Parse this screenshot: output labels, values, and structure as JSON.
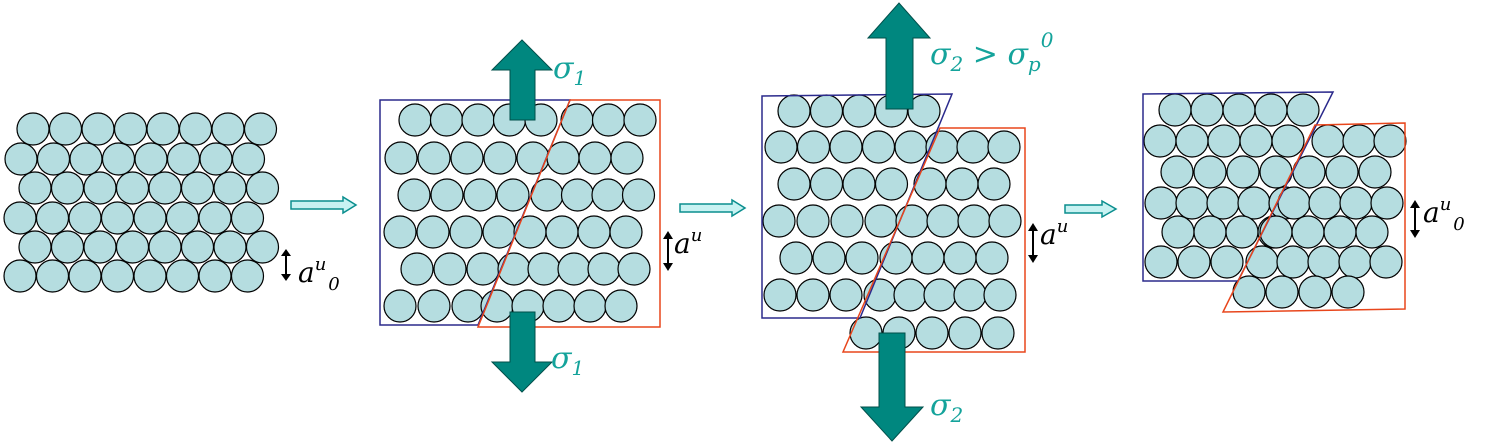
{
  "colors": {
    "atom_fill": "#b5dde0",
    "atom_stroke": "#000000",
    "left_grain": "#2b2a8c",
    "right_grain": "#e8461c",
    "force_arrow": "#00877f",
    "force_arrow_stroke": "#004f4a",
    "process_arrow": "#c8f2f2",
    "process_arrow_stroke": "#0a8e8e",
    "label_stress": "#14a39b",
    "label_spacing": "#000000"
  },
  "icons": {
    "force": "thick-block-arrow",
    "process": "hollow-right-arrow",
    "spacing": "double-headed-vertical-arrow"
  },
  "labels": {
    "sigma1_top": {
      "symbol": "σ",
      "sub": "1"
    },
    "sigma1_bottom": {
      "symbol": "σ",
      "sub": "1"
    },
    "sigma2_top": {
      "symbol": "σ",
      "sub": "2",
      "relation": " > ",
      "symbol2": "σ",
      "sub2": "p",
      "sup2": "0"
    },
    "sigma2_bottom": {
      "symbol": "σ",
      "sub": "2"
    },
    "spacing_initial": {
      "base": "a",
      "sup": "u",
      "sub": "0"
    },
    "spacing_stage2": {
      "base": "a",
      "sup": "u"
    },
    "spacing_stage3": {
      "base": "a",
      "sup": "u"
    },
    "spacing_final": {
      "base": "a",
      "sup": "u",
      "sub": "0"
    }
  }
}
